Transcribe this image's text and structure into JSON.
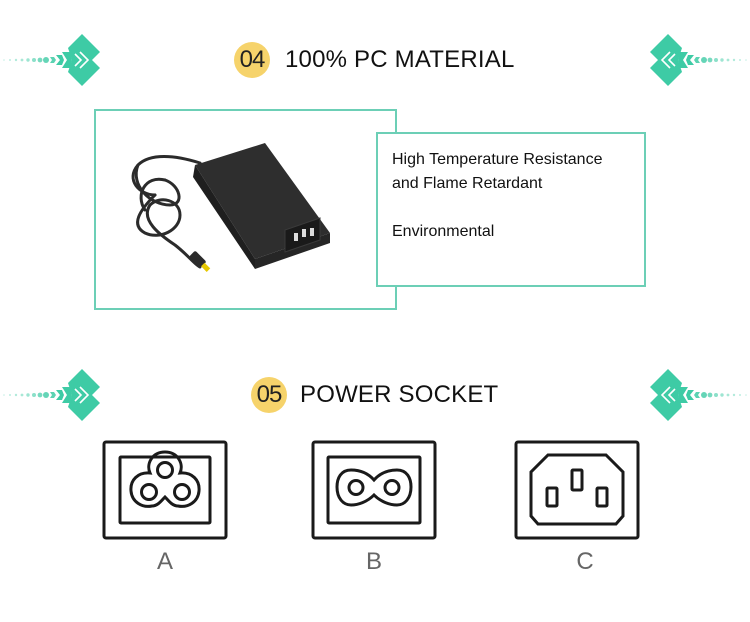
{
  "colors": {
    "accent": "#3ecba5",
    "frame": "#6ccfb6",
    "badge": "#f6d36b",
    "text": "#111111",
    "label": "#666666"
  },
  "section_04": {
    "number": "04",
    "title": "100% PC MATERIAL",
    "product_image": "power-adapter-photo",
    "features": [
      "High Temperature Resistance",
      "and Flame Retardant",
      "Environmental"
    ]
  },
  "section_05": {
    "number": "05",
    "title": "POWER SOCKET",
    "sockets": [
      {
        "label": "A",
        "icon": "c5-cloverleaf-socket-icon"
      },
      {
        "label": "B",
        "icon": "c7-figure-eight-socket-icon"
      },
      {
        "label": "C",
        "icon": "c13-three-pin-socket-icon"
      }
    ]
  },
  "decorations": {
    "icon": "teal-arrow-chevron-icon"
  }
}
